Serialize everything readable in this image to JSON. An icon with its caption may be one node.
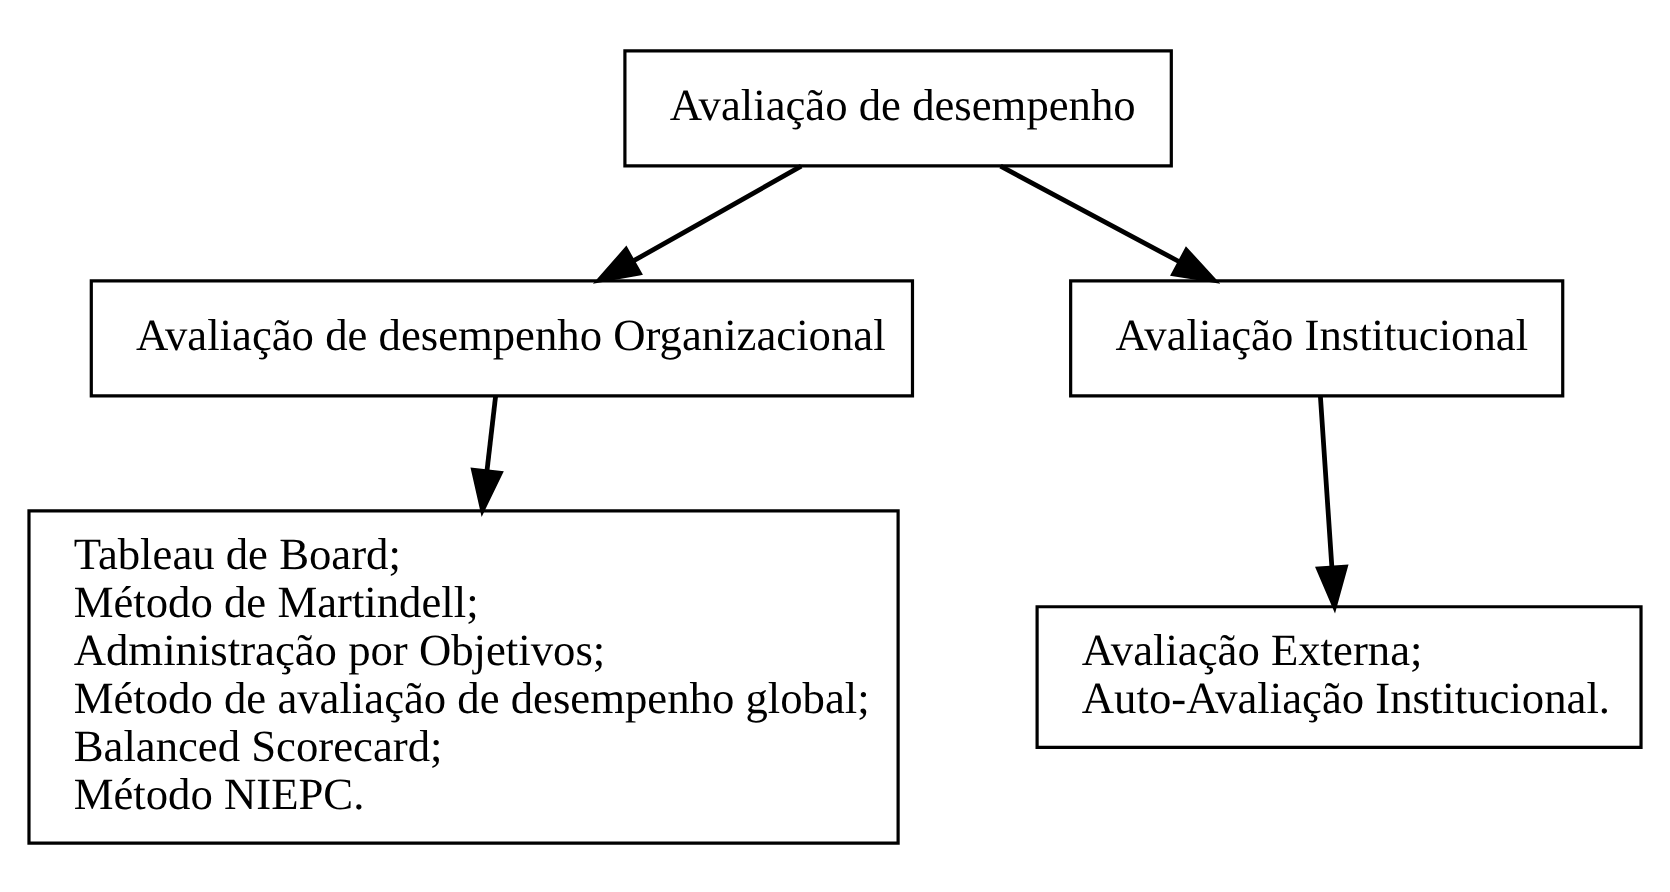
{
  "diagram": {
    "nodes": [
      {
        "text": [
          "Avaliação de desempenho"
        ]
      },
      {
        "text": [
          "Avaliação de desempenho Organizacional"
        ]
      },
      {
        "text": [
          "Avaliação Institucional"
        ]
      },
      {
        "text": [
          "Tableau de Board;",
          "Método de Martindell;",
          "Administração por Objetivos;",
          "Método de avaliação de desempenho global;",
          "Balanced Scorecard;",
          "Método NIEPC."
        ]
      },
      {
        "text": [
          "Avaliação Externa;",
          "Auto-Avaliação Institucional."
        ]
      }
    ],
    "edges": [
      {
        "from": 0,
        "to": 1,
        "arrow": "to"
      },
      {
        "from": 0,
        "to": 2,
        "arrow": "to"
      },
      {
        "from": 1,
        "to": 3,
        "arrow": "to"
      },
      {
        "from": 2,
        "to": 4,
        "arrow": "to"
      }
    ]
  }
}
